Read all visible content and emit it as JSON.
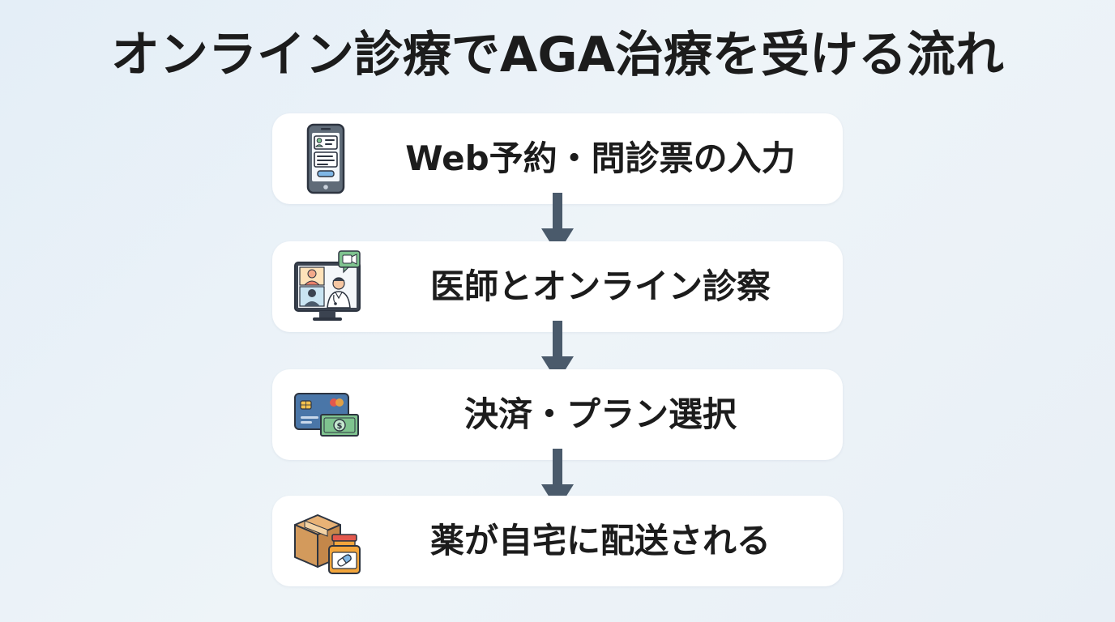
{
  "title": "オンライン診療でAGA治療を受ける流れ",
  "colors": {
    "arrow": "#4a5a6b",
    "card": "#ffffff",
    "background": "#e9f1f7"
  },
  "steps": [
    {
      "label": "Web予約・問診票の入力",
      "icon": "smartphone-form-icon"
    },
    {
      "label": "医師とオンライン診察",
      "icon": "video-consultation-icon"
    },
    {
      "label": "決済・プラン選択",
      "icon": "credit-card-cash-icon"
    },
    {
      "label": "薬が自宅に配送される",
      "icon": "package-medicine-icon"
    }
  ]
}
